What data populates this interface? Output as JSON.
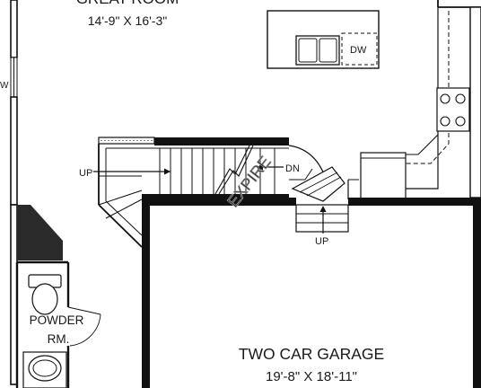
{
  "rooms": {
    "great_room": {
      "name": "GREAT ROOM",
      "dims": "14'-9\" X 16'-3\""
    },
    "garage": {
      "name": "TWO CAR GARAGE",
      "dims": "19'-8\" X 18'-11\""
    },
    "powder": {
      "line1": "POWDER",
      "line2": "RM."
    }
  },
  "labels": {
    "dw": "DW",
    "window_w": "W",
    "stairs_up": "UP",
    "stairs_dn": "DN",
    "garage_steps_up": "UP"
  },
  "watermark": "EXPIRE"
}
